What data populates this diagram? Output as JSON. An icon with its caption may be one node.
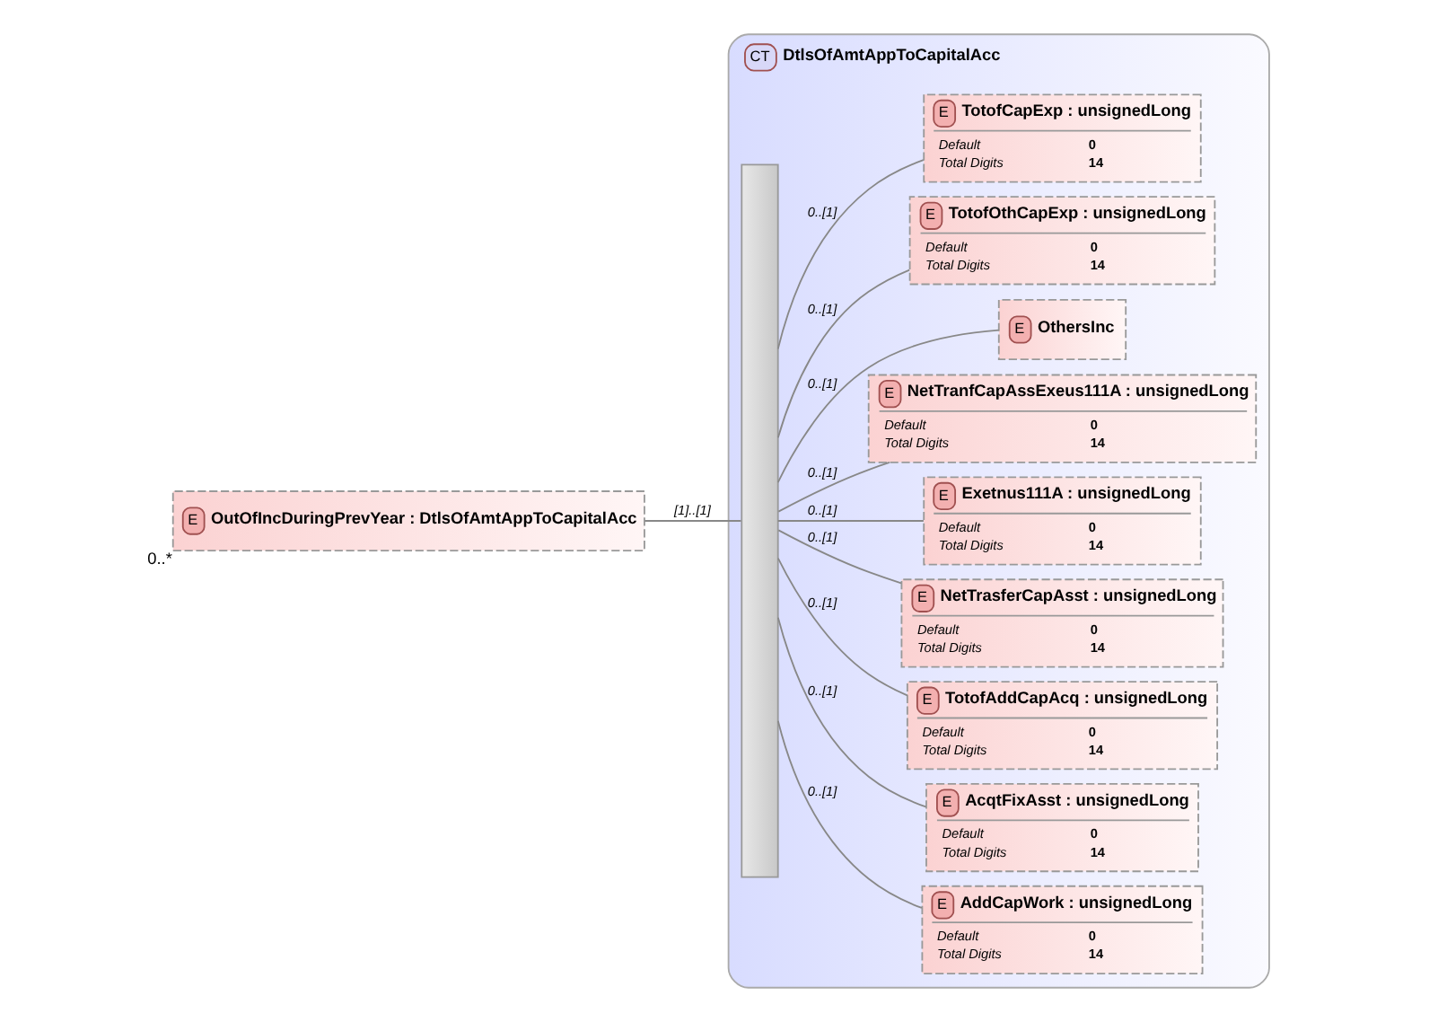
{
  "diagram": {
    "nodes": [
      {
        "text": [
          "E",
          "OutOfIncDuringPrevYear : DtlsOfAmtAppToCapitalAcc"
        ],
        "beside": [
          "0..*"
        ]
      },
      {
        "text": [
          "CT",
          "DtlsOfAmtAppToCapitalAcc"
        ]
      },
      {
        "text": [],
        "shape": "bar",
        "in": 1
      },
      {
        "text": [
          "E",
          "AddCapWork : unsignedLong",
          "Default",
          "0",
          "Total Digits",
          "14"
        ],
        "in": 1
      },
      {
        "text": [
          "E",
          "AcqtFixAsst : unsignedLong",
          "Default",
          "0",
          "Total Digits",
          "14"
        ],
        "in": 1
      },
      {
        "text": [
          "E",
          "TotofAddCapAcq : unsignedLong",
          "Default",
          "0",
          "Total Digits",
          "14"
        ],
        "in": 1
      },
      {
        "text": [
          "E",
          "NetTrasferCapAsst : unsignedLong",
          "Default",
          "0",
          "Total Digits",
          "14"
        ],
        "in": 1
      },
      {
        "text": [
          "E",
          "Exetnus111A : unsignedLong",
          "Default",
          "0",
          "Total Digits",
          "14"
        ],
        "in": 1
      },
      {
        "text": [
          "E",
          "NetTranfCapAssExeus111A : unsignedLong",
          "Default",
          "0",
          "Total Digits",
          "14"
        ],
        "in": 1
      },
      {
        "text": [
          "E",
          "OthersInc"
        ],
        "in": 1
      },
      {
        "text": [
          "E",
          "TotofOthCapExp : unsignedLong",
          "Default",
          "0",
          "Total Digits",
          "14"
        ],
        "in": 1
      },
      {
        "text": [
          "E",
          "TotofCapExp : unsignedLong",
          "Default",
          "0",
          "Total Digits",
          "14"
        ],
        "in": 1
      }
    ],
    "edges": [
      {
        "from": 0,
        "to": 2,
        "arrow": "none",
        "label": "[1]..[1]"
      },
      {
        "from": 2,
        "to": 3,
        "arrow": "none",
        "label": "0..[1]"
      },
      {
        "from": 2,
        "to": 4,
        "arrow": "none",
        "label": "0..[1]"
      },
      {
        "from": 2,
        "to": 5,
        "arrow": "none",
        "label": "0..[1]"
      },
      {
        "from": 2,
        "to": 6,
        "arrow": "none",
        "label": "0..[1]"
      },
      {
        "from": 2,
        "to": 7,
        "arrow": "none",
        "label": "0..[1]"
      },
      {
        "from": 2,
        "to": 8,
        "arrow": "none",
        "label": "0..[1]"
      },
      {
        "from": 2,
        "to": 9,
        "arrow": "none",
        "label": "0..[1]"
      },
      {
        "from": 2,
        "to": 10,
        "arrow": "none",
        "label": "0..[1]"
      },
      {
        "from": 2,
        "to": 11,
        "arrow": "none",
        "label": "0..[1]"
      }
    ]
  }
}
